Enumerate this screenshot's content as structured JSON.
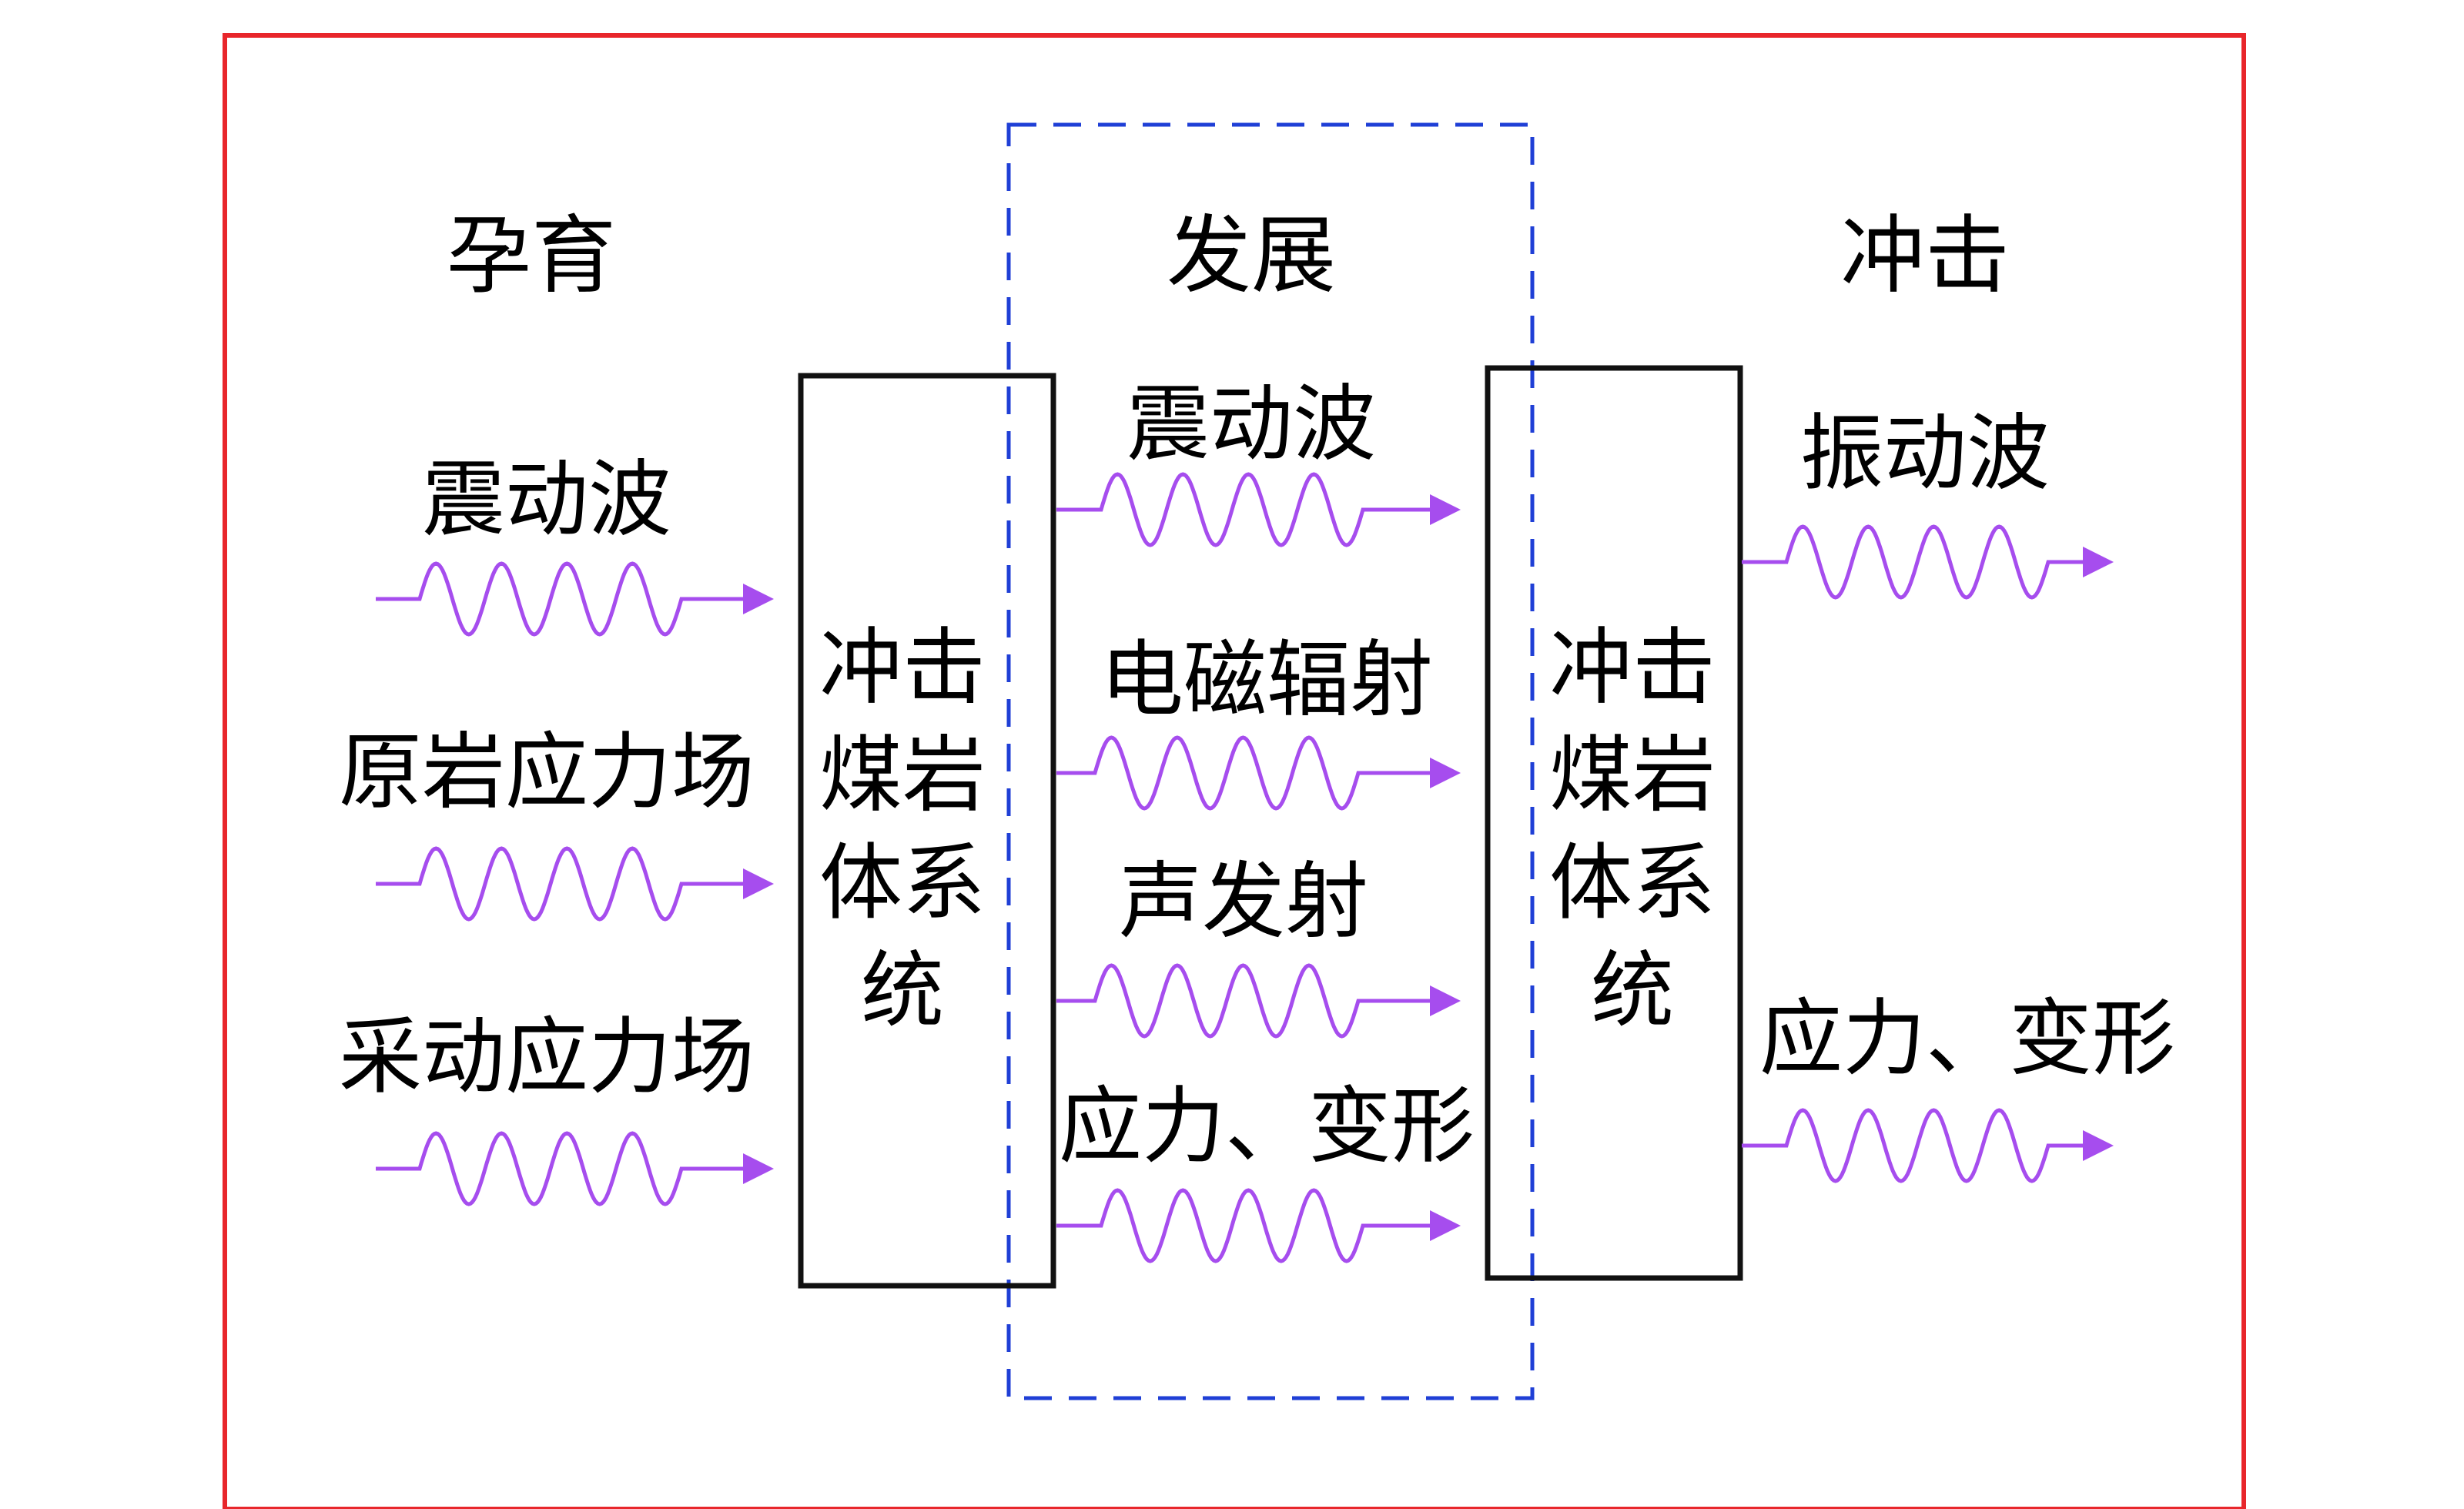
{
  "stages": {
    "incubation": "孕育",
    "development": "发展",
    "impact": "冲击"
  },
  "left_inputs": {
    "seismic_wave": "震动波",
    "original_stress": "原岩应力场",
    "mining_stress": "采动应力场"
  },
  "system_box_left": {
    "lines": [
      "冲击",
      "煤岩",
      "体系",
      "统"
    ]
  },
  "middle_signals": {
    "seismic_wave": "震动波",
    "electromagnetic": "电磁辐射",
    "acoustic": "声发射",
    "stress_deform": "应力、变形"
  },
  "system_box_right": {
    "lines": [
      "冲击",
      "煤岩",
      "体系",
      "统"
    ]
  },
  "right_outputs": {
    "vibration_wave": "振动波",
    "stress_deform": "应力、变形"
  },
  "colors": {
    "outer_border": "#e8262b",
    "dashed_border": "#1f3fd6",
    "wave": "#a64dee",
    "box": "#111111"
  }
}
